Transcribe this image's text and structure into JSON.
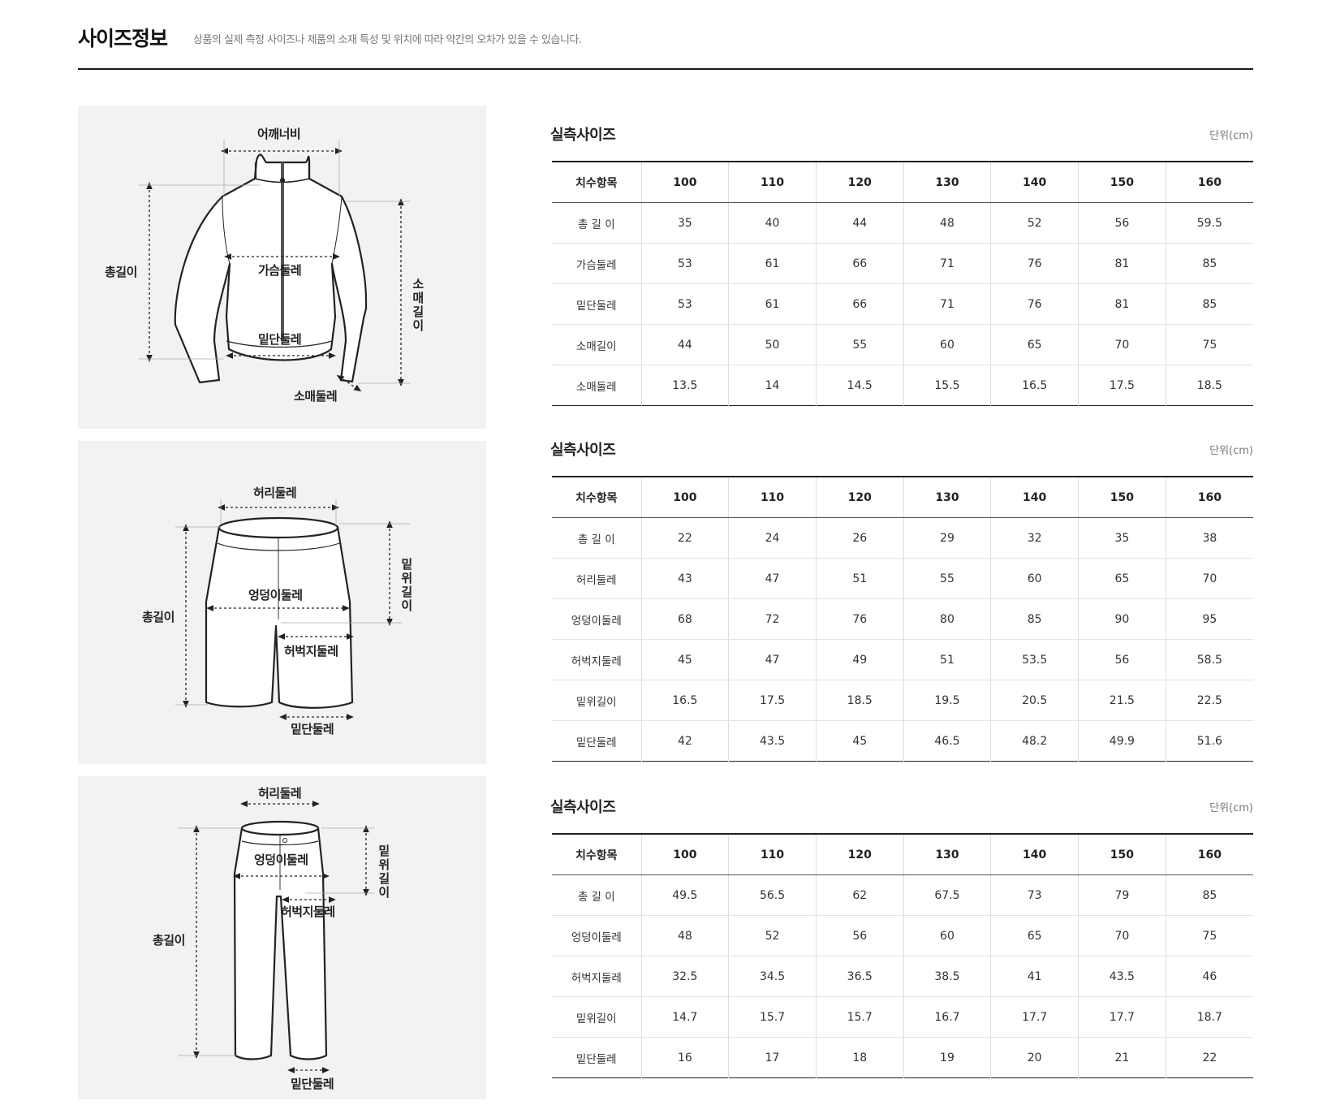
{
  "header": {
    "title": "사이즈정보",
    "subtitle": "상품의 실제 측정 사이즈나 제품의 소재 특성 및 위치에 따라 약간의 오차가 있을 수 있습니다."
  },
  "diagrams": {
    "top": {
      "shoulder": "어깨너비",
      "total_length": "총길이",
      "chest": "가슴둘레",
      "hem": "밑단둘레",
      "sleeve_length": "소매 길이",
      "sleeve_circ": "소매둘레"
    },
    "shorts": {
      "waist": "허리둘레",
      "total_length": "총길이",
      "rise": "밑위 길이",
      "hip": "엉덩이둘레",
      "thigh": "허벅지둘레",
      "hem": "밑단둘레"
    },
    "pants": {
      "waist": "허리둘레",
      "rise": "밑위 길이",
      "hip": "엉덩이둘레",
      "thigh": "허벅지둘레",
      "total_length": "총길이",
      "hem": "밑단둘레"
    }
  },
  "tables": [
    {
      "title": "실측사이즈",
      "unit": "단위(cm)",
      "headers": [
        "치수항목",
        "100",
        "110",
        "120",
        "130",
        "140",
        "150",
        "160"
      ],
      "rows": [
        [
          "총 길 이",
          "35",
          "40",
          "44",
          "48",
          "52",
          "56",
          "59.5"
        ],
        [
          "가슴둘레",
          "53",
          "61",
          "66",
          "71",
          "76",
          "81",
          "85"
        ],
        [
          "밑단둘레",
          "53",
          "61",
          "66",
          "71",
          "76",
          "81",
          "85"
        ],
        [
          "소매길이",
          "44",
          "50",
          "55",
          "60",
          "65",
          "70",
          "75"
        ],
        [
          "소매둘레",
          "13.5",
          "14",
          "14.5",
          "15.5",
          "16.5",
          "17.5",
          "18.5"
        ]
      ]
    },
    {
      "title": "실측사이즈",
      "unit": "단위(cm)",
      "headers": [
        "치수항목",
        "100",
        "110",
        "120",
        "130",
        "140",
        "150",
        "160"
      ],
      "rows": [
        [
          "총 길 이",
          "22",
          "24",
          "26",
          "29",
          "32",
          "35",
          "38"
        ],
        [
          "허리둘레",
          "43",
          "47",
          "51",
          "55",
          "60",
          "65",
          "70"
        ],
        [
          "엉덩이둘레",
          "68",
          "72",
          "76",
          "80",
          "85",
          "90",
          "95"
        ],
        [
          "허벅지둘레",
          "45",
          "47",
          "49",
          "51",
          "53.5",
          "56",
          "58.5"
        ],
        [
          "밑위길이",
          "16.5",
          "17.5",
          "18.5",
          "19.5",
          "20.5",
          "21.5",
          "22.5"
        ],
        [
          "밑단둘레",
          "42",
          "43.5",
          "45",
          "46.5",
          "48.2",
          "49.9",
          "51.6"
        ]
      ]
    },
    {
      "title": "실측사이즈",
      "unit": "단위(cm)",
      "headers": [
        "치수항목",
        "100",
        "110",
        "120",
        "130",
        "140",
        "150",
        "160"
      ],
      "rows": [
        [
          "총 길 이",
          "49.5",
          "56.5",
          "62",
          "67.5",
          "73",
          "79",
          "85"
        ],
        [
          "엉덩이둘레",
          "48",
          "52",
          "56",
          "60",
          "65",
          "70",
          "75"
        ],
        [
          "허벅지둘레",
          "32.5",
          "34.5",
          "36.5",
          "38.5",
          "41",
          "43.5",
          "46"
        ],
        [
          "밑위길이",
          "14.7",
          "15.7",
          "15.7",
          "16.7",
          "17.7",
          "17.7",
          "18.7"
        ],
        [
          "밑단둘레",
          "16",
          "17",
          "18",
          "19",
          "20",
          "21",
          "22"
        ]
      ]
    }
  ]
}
